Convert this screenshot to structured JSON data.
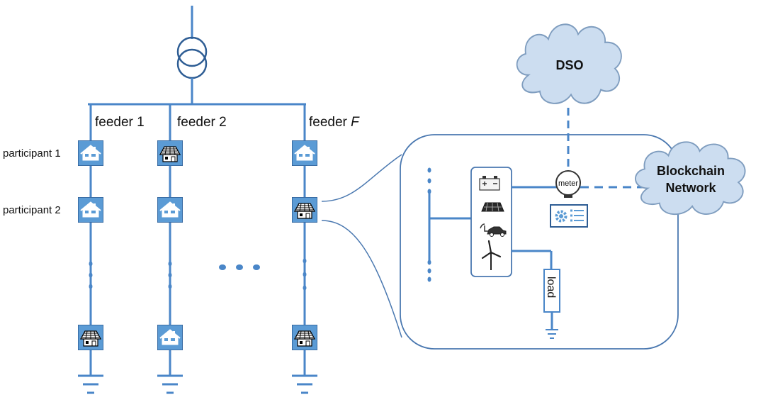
{
  "colors": {
    "line": "#4A86C8",
    "box": "#5B9BD5",
    "box_stroke": "#2E5D94",
    "cloud_fill": "#CCDDF0",
    "cloud_stroke": "#7F9DBF",
    "transformer": "#2E5D94",
    "outline": "#4A78B0"
  },
  "feeders": [
    {
      "label": "feeder 1",
      "label_prefix": "feeder ",
      "label_suffix": "",
      "label_var": "",
      "top_icon": "house-icon",
      "second_icon": "house-icon",
      "bottom_icon": "solar-house-icon"
    },
    {
      "label": "feeder 2",
      "label_prefix": "feeder ",
      "label_suffix": "",
      "label_var": "",
      "top_icon": "solar-house-icon",
      "second_icon": "house-icon",
      "bottom_icon": "house-icon"
    },
    {
      "label": "feeder F",
      "label_prefix": "feeder ",
      "label_suffix": "",
      "label_var": "F",
      "top_icon": "house-icon",
      "second_icon": "solar-house-icon",
      "bottom_icon": "solar-house-icon"
    }
  ],
  "participants": [
    "participant 1",
    "participant 2"
  ],
  "dso": {
    "label": "DSO"
  },
  "blockchain": {
    "line1": "Blockchain",
    "line2": "Network"
  },
  "detail": {
    "meter_label": "meter",
    "load_label": "load",
    "devices": [
      "battery-icon",
      "solar-panel-icon",
      "electric-car-icon",
      "wind-turbine-icon"
    ],
    "controller_icon": "controller-gear-list-icon"
  }
}
